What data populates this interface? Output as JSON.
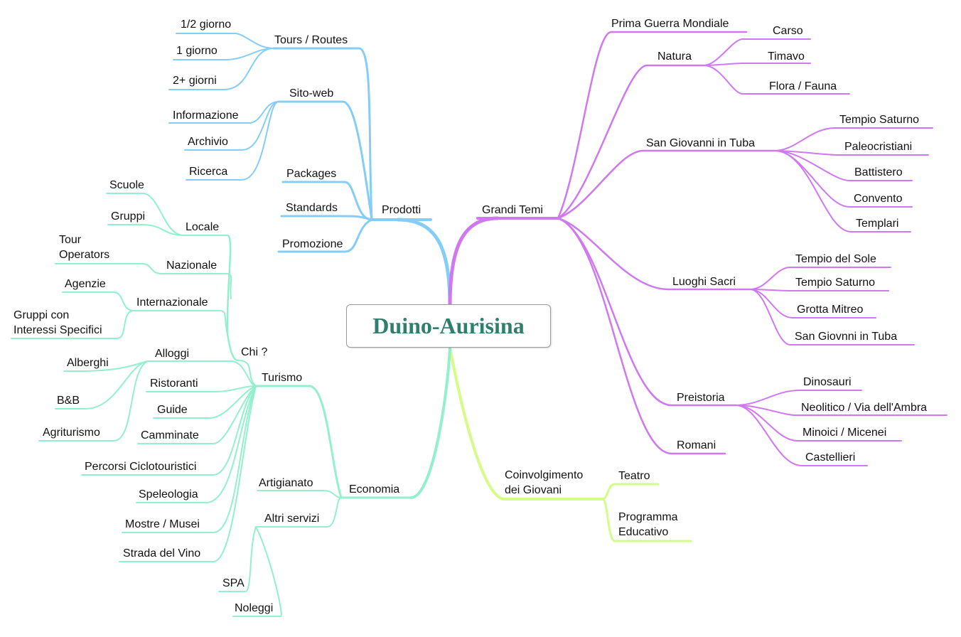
{
  "center": "Duino-Aurisina",
  "colors": {
    "blue": "#85cdf6",
    "purple": "#cf78f0",
    "green": "#93f0cc",
    "lime": "#d5fc88"
  },
  "nodes": {
    "prodotti": "Prodotti",
    "tours": "Tours / Routes",
    "mezzo_giorno": "1/2 giorno",
    "un_giorno": "1 giorno",
    "piu_giorni": "2+ giorni",
    "sito_web": "Sito-web",
    "informazione": "Informazione",
    "archivio": "Archivio",
    "ricerca": "Ricerca",
    "packages": "Packages",
    "standards": "Standards",
    "promozione": "Promozione",
    "grandi_temi": "Grandi Temi",
    "prima_guerra": "Prima Guerra Mondiale",
    "natura": "Natura",
    "carso": "Carso",
    "timavo": "Timavo",
    "flora_fauna": "Flora / Fauna",
    "san_giovanni": "San Giovanni in Tuba",
    "tempio_saturno_1": "Tempio Saturno",
    "paleocristiani": "Paleocristiani",
    "battistero": "Battistero",
    "convento": "Convento",
    "templari": "Templari",
    "luoghi_sacri": "Luoghi Sacri",
    "tempio_sole": "Tempio del Sole",
    "tempio_saturno_2": "Tempio Saturno",
    "grotta_mitreo": "Grotta Mitreo",
    "san_giovnni": "San Giovnni in Tuba",
    "preistoria": "Preistoria",
    "dinosauri": "Dinosauri",
    "neolitico": "Neolitico / Via dell'Ambra",
    "minoici": "Minoici / Micenei",
    "castellieri": "Castellieri",
    "romani": "Romani",
    "coinvolgimento_1": "Coinvolgimento",
    "coinvolgimento_2": "dei Giovani",
    "teatro": "Teatro",
    "programma_1": "Programma",
    "programma_2": "Educativo",
    "economia": "Economia",
    "artigianato": "Artigianato",
    "altri_servizi": "Altri servizi",
    "spa": "SPA",
    "noleggi": "Noleggi",
    "turismo": "Turismo",
    "alloggi": "Alloggi",
    "alberghi": "Alberghi",
    "bb": "B&B",
    "agriturismo": "Agriturismo",
    "ristoranti": "Ristoranti",
    "guide": "Guide",
    "camminate": "Camminate",
    "percorsi": "Percorsi Ciclotouristici",
    "speleologia": "Speleologia",
    "mostre": "Mostre / Musei",
    "strada_vino": "Strada del Vino",
    "chi": "Chi ?",
    "locale": "Locale",
    "scuole": "Scuole",
    "gruppi": "Gruppi",
    "nazionale": "Nazionale",
    "tour_op_1": "Tour",
    "tour_op_2": "Operators",
    "internazionale": "Internazionale",
    "agenzie": "Agenzie",
    "gruppi_con_1": "Gruppi con",
    "gruppi_con_2": "Interessi Specifici"
  }
}
